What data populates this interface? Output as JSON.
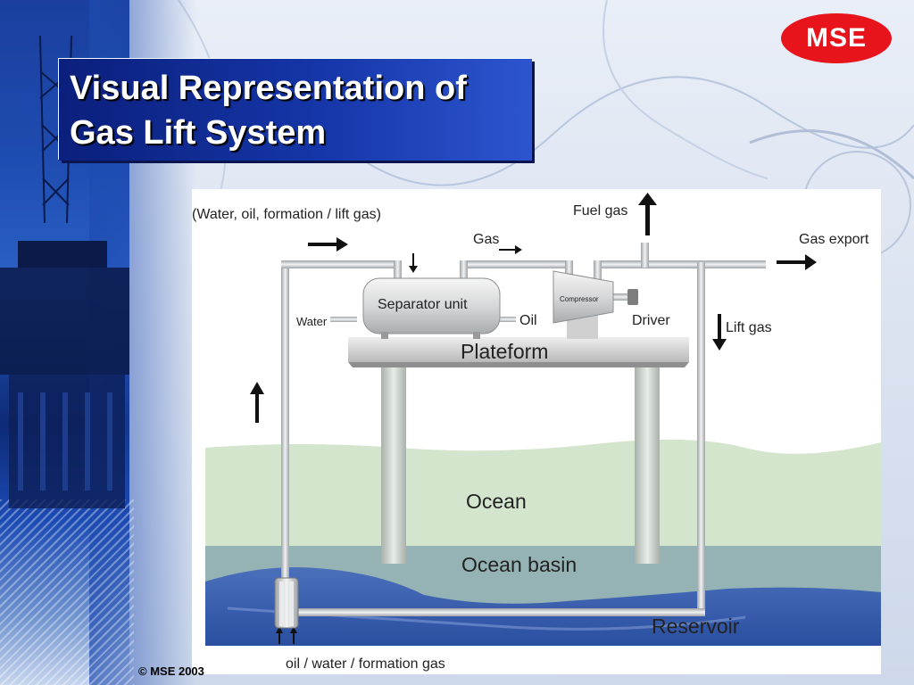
{
  "slide": {
    "title_line1": "Visual Representation of",
    "title_line2": "Gas Lift System",
    "logo_text": "MSE",
    "footer": "© MSE 2003"
  },
  "diagram": {
    "labels": {
      "inflow": "(Water, oil, formation / lift gas)",
      "gas": "Gas",
      "fuel_gas": "Fuel gas",
      "gas_export": "Gas export",
      "separator": "Separator unit",
      "compressor": "Compressor",
      "water": "Water",
      "oil": "Oil",
      "driver": "Driver",
      "lift_gas": "Lift gas",
      "platform": "Plateform",
      "ocean": "Ocean",
      "ocean_basin": "Ocean basin",
      "reservoir": "Reservoir",
      "bottom": "oil / water / formation gas"
    }
  },
  "colors": {
    "title_bg": "#1536a8",
    "logo_red": "#e8141c",
    "pipe": "#c8ccd0",
    "ocean": "#d5e6cf",
    "basin": "#8aa8c6",
    "reservoir": "#3c64b4"
  }
}
